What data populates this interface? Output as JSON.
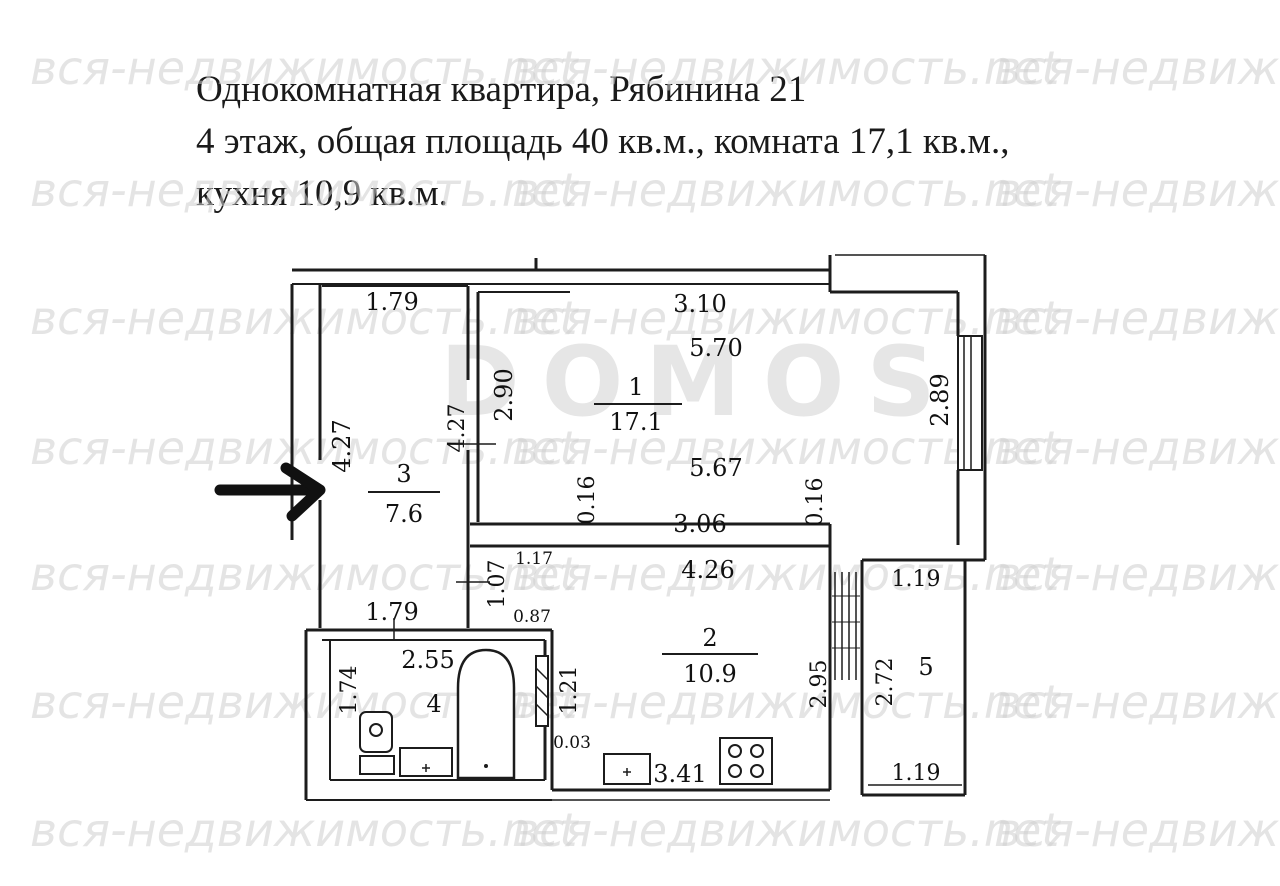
{
  "header": {
    "line1": "Однокомнатная квартира, Рябинина 21",
    "line2": "4 этаж, общая площадь 40 кв.м., комната 17,1 кв.м.,",
    "line3": "кухня 10,9 кв.м."
  },
  "watermark": {
    "text": "вся-недвижимость.net",
    "logo": "DOMOS"
  },
  "rooms": [
    {
      "number": "1",
      "area": "17.1"
    },
    {
      "number": "2",
      "area": "10.9"
    },
    {
      "number": "3",
      "area": "7.6"
    },
    {
      "number": "4",
      "area": ""
    },
    {
      "number": "5",
      "area": ""
    }
  ],
  "dimensions": {
    "hall_top": "1.79",
    "room_top": "3.10",
    "room_length_top": "5.70",
    "room_depth": "2.90",
    "room_right": "2.89",
    "hall_left": "4.27",
    "hall_inner": "4.27",
    "room_length_bottom": "5.67",
    "room_pier_left": "0.16",
    "room_pier_right": "0.16",
    "room_bottom": "3.06",
    "kitchen_top": "4.26",
    "hall_bottom": "1.79",
    "kitchen_left_upper": "1.07",
    "kitchen_left_small": "1.17",
    "kitchen_corner": "0.87",
    "bath_top": "2.55",
    "bath_left": "1.74",
    "bath_right": "1.21",
    "bath_wall": "0.03",
    "kitchen_right": "2.95",
    "kitchen_bottom": "3.41",
    "loggia_top": "1.19",
    "loggia_side": "2.72",
    "loggia_bottom": "1.19"
  },
  "colors": {
    "wall": "#1c1c1c",
    "arrow": "#111111",
    "watermark": "#cfcfcf"
  },
  "icons": [
    "entrance-arrow-icon",
    "toilet-icon",
    "bathtub-icon",
    "sink-icon",
    "stove-icon"
  ]
}
